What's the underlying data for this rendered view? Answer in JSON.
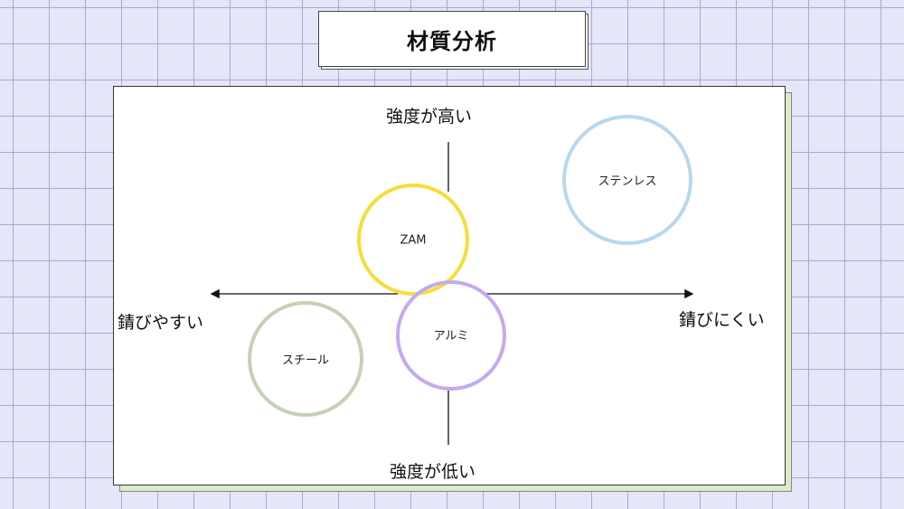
{
  "title": "材質分析",
  "axes": {
    "top": "強度が高い",
    "bottom": "強度が低い",
    "left": "錆びやすい",
    "right": "錆びにくい"
  },
  "materials": [
    {
      "name": "ZAM",
      "color": "#f7dc3b"
    },
    {
      "name": "ステンレス",
      "color": "#b8d8ec"
    },
    {
      "name": "アルミ",
      "color": "#c3aaf0"
    },
    {
      "name": "スチール",
      "color": "#c4d2b4"
    }
  ]
}
